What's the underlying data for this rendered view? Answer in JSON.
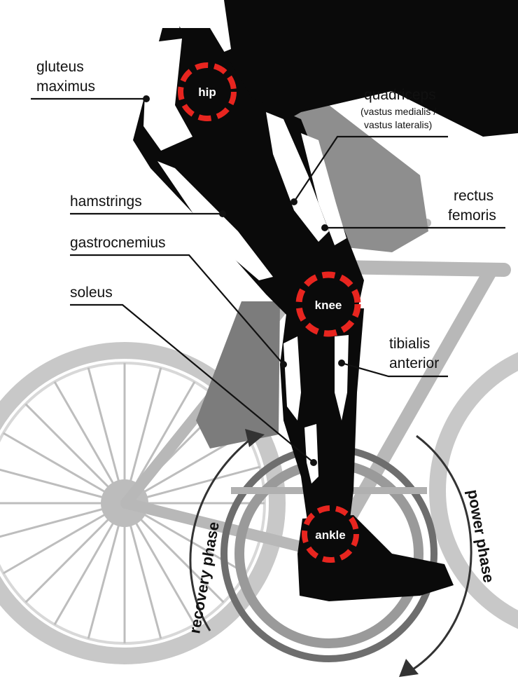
{
  "labels": {
    "gluteus_maximus": [
      "gluteus",
      "maximus"
    ],
    "quadriceps": "quadriceps",
    "quadriceps_sub": [
      "(vastus medialis /",
      "vastus lateralis)"
    ],
    "hamstrings": "hamstrings",
    "rectus_femoris": [
      "rectus",
      "femoris"
    ],
    "gastrocnemius": "gastrocnemius",
    "soleus": "soleus",
    "tibialis_anterior": [
      "tibialis",
      "anterior"
    ]
  },
  "joints": {
    "hip": "hip",
    "knee": "knee",
    "ankle": "ankle"
  },
  "phases": {
    "recovery": "recovery phase",
    "power": "power phase"
  },
  "colors": {
    "joint_ring": "#e8251f",
    "leg": "#0a0a0a",
    "muscle": "#ffffff",
    "bike_light": "#c8c8c8",
    "bike_mid": "#9c9c9c",
    "shadow": "#8a8a8a",
    "text": "#111111"
  }
}
